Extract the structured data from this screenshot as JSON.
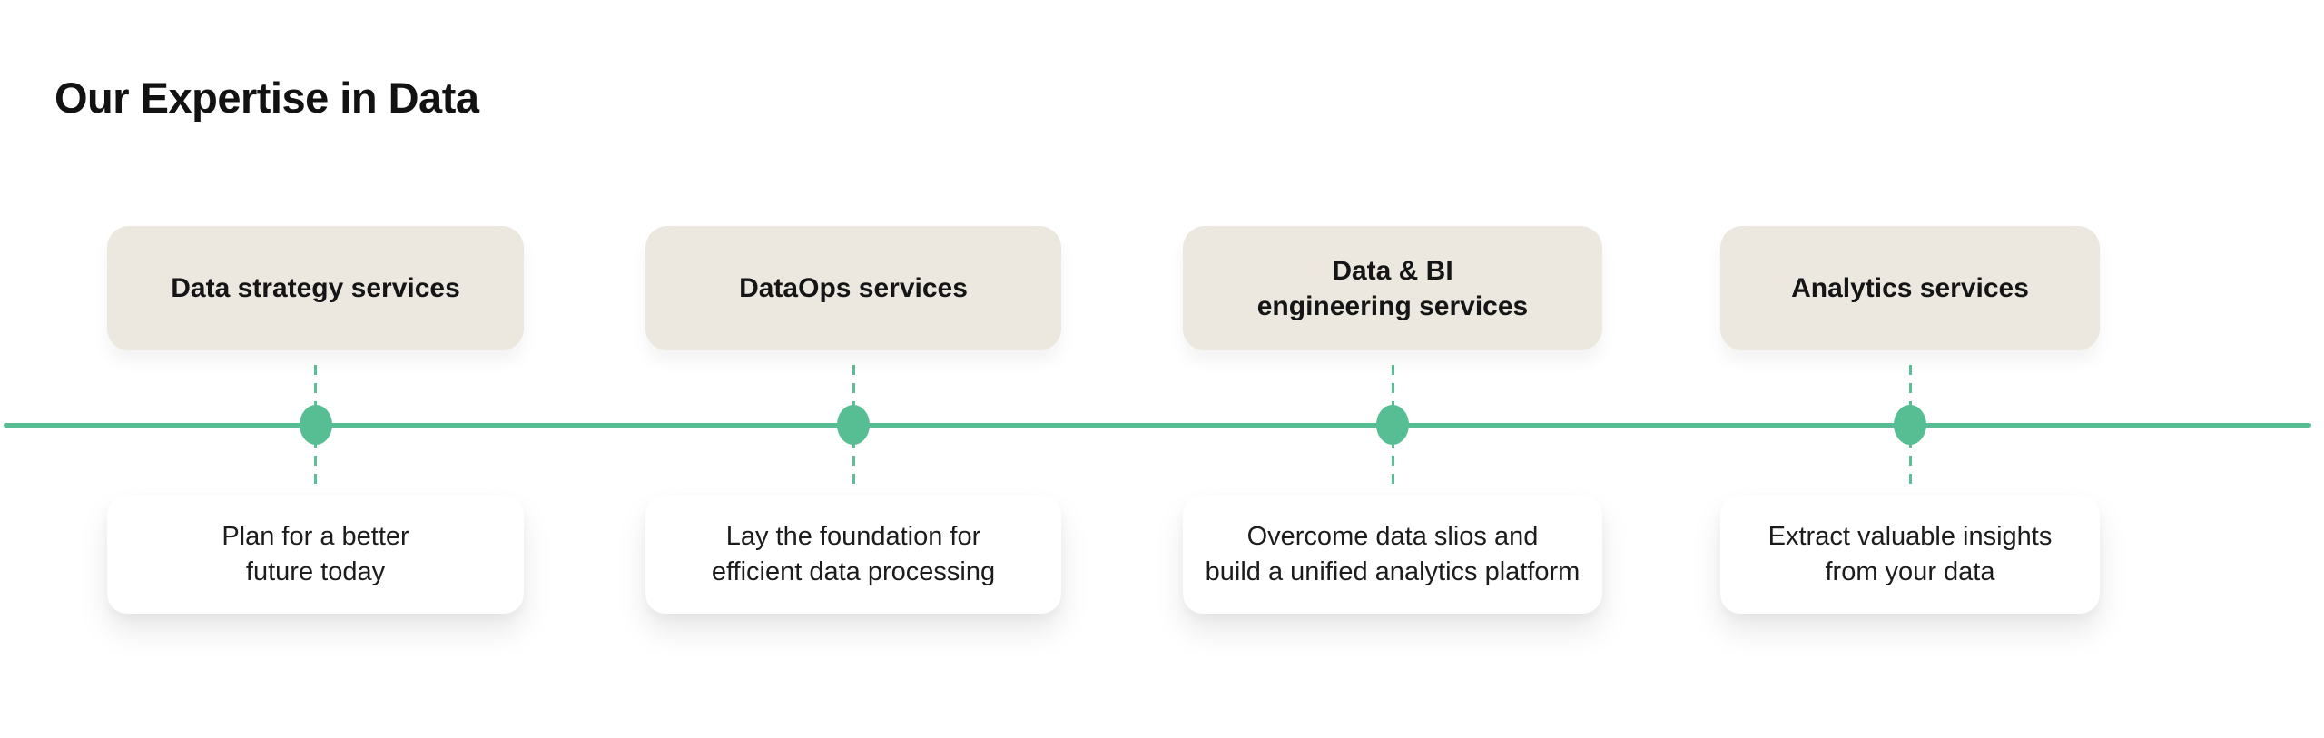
{
  "title": "Our Expertise in Data",
  "colors": {
    "accent_green": "#57bd93",
    "dashed_connector_green": "#5abf95",
    "box_beige": "#ece8e0",
    "card_white": "#ffffff",
    "text_dark": "#121212"
  },
  "services": [
    {
      "label": "Data strategy services",
      "description": "Plan for a better\nfuture today"
    },
    {
      "label": "DataOps services",
      "description": "Lay the foundation for\nefficient data processing"
    },
    {
      "label": "Data & BI\nengineering services",
      "description": "Overcome data slios and\nbuild a unified analytics platform"
    },
    {
      "label": "Analytics services",
      "description": "Extract valuable insights\nfrom your data"
    }
  ]
}
